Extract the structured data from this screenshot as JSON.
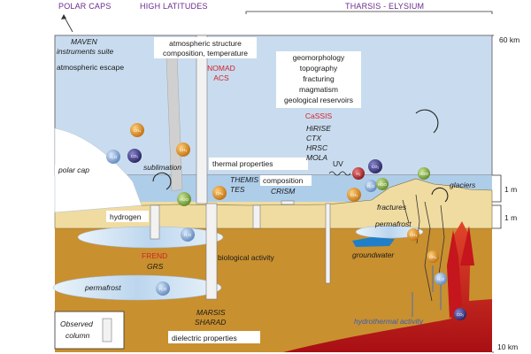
{
  "headers": {
    "polar_caps": "POLAR CAPS",
    "high_latitudes": "HIGH LATITUDES",
    "tharsis_elysium": "THARSIS - ELYSIUM"
  },
  "scale": {
    "top": "60 km",
    "upper_layer": "1 m",
    "lower_layer": "1 m",
    "bottom": "10 km"
  },
  "labels": {
    "maven": "MAVEN",
    "instruments_suite": "instruments suite",
    "atmospheric_escape": "atmospheric escape",
    "atm_structure_1": "atmospheric structure",
    "atm_structure_2": "composition, temperature",
    "nomad": "NOMAD",
    "acs": "ACS",
    "geo_1": "geomorphology",
    "geo_2": "topography",
    "geo_3": "fracturing",
    "geo_4": "magmatism",
    "geo_5": "geological reservoirs",
    "cassis": "CaSSIS",
    "hirise": "HiRISE",
    "ctx": "CTX",
    "hrsc": "HRSC",
    "mola": "MOLA",
    "polar_cap": "polar cap",
    "sublimation": "sublimation",
    "thermal_properties": "thermal properties",
    "themis": "THEMIS",
    "tes": "TES",
    "composition": "composition",
    "crism": "CRISM",
    "uv": "UV",
    "glaciers": "glaciers",
    "fractures": "fractures",
    "permafrost_right": "permafrost",
    "hydrogen": "hydrogen",
    "frend": "FREND",
    "grs": "GRS",
    "biological_activity": "biological activity",
    "groundwater": "groundwater",
    "permafrost_left": "permafrost",
    "hydrothermal_activity": "hydrothermal activity",
    "marsis": "MARSIS",
    "sharad": "SHARAD",
    "dielectric_properties": "dielectric properties",
    "observed_1": "Observed",
    "observed_2": "column"
  },
  "molecules": {
    "ch4": "CH₄",
    "h2o": "H₂O",
    "co2": "CO₂",
    "h2": "H₂",
    "hdo": "HDO"
  },
  "colors": {
    "sky": "#c9dcef",
    "lower_atmosphere": "#aecde9",
    "regolith_surface": "#f0dca0",
    "subsurface": "#c9902f",
    "magma": "#c4161c",
    "header": "#6b2a8c",
    "instrument_red": "#d2222a",
    "ch4": "#d98a1f",
    "h2o": "#7fa6d4",
    "co2": "#3e3b8f",
    "h2": "#b02a2a",
    "hdo": "#7aa83a"
  }
}
